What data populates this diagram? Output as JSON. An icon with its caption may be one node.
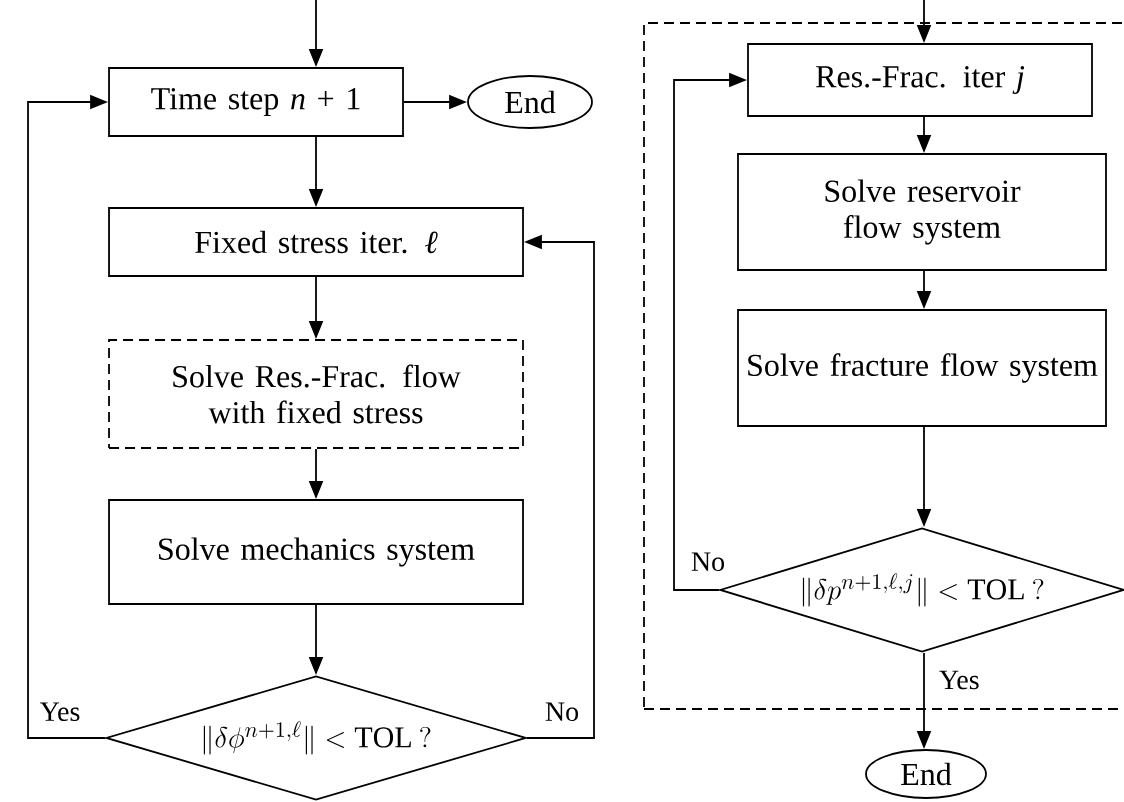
{
  "diagram": {
    "nodes": [
      {
        "text": [
          "Time step *n* + 1"
        ]
      },
      {
        "text": [
          "End"
        ]
      },
      {
        "text": [
          "Fixed stress iter. *ℓ*"
        ]
      },
      {
        "text": [
          "Solve Res.-Frac. flow with fixed stress"
        ]
      },
      {
        "text": [
          "Solve mechanics system"
        ]
      },
      {
        "text": [
          "\\|\\delta\\phi^{n+1,\\ell}\\| < \\mathrm{TOL}\\ ?"
        ]
      },
      {
        "text": [],
        "shape": "box"
      },
      {
        "text": [
          "Res.-Frac. iter *j*"
        ],
        "in": 6
      },
      {
        "text": [
          "Solve reservoir flow system"
        ],
        "in": 6
      },
      {
        "text": [
          "Solve fracture flow system"
        ],
        "in": 6
      },
      {
        "text": [
          "\\|\\delta p^{n+1,\\ell,j}\\| < \\mathrm{TOL}\\ ?"
        ],
        "in": 6
      },
      {
        "text": [
          "End"
        ]
      }
    ],
    "edges": [
      {
        "from": null,
        "to": 0,
        "arrow": "to"
      },
      {
        "from": 0,
        "to": 1,
        "arrow": "to"
      },
      {
        "from": 0,
        "to": 2,
        "arrow": "to"
      },
      {
        "from": 2,
        "to": 3,
        "arrow": "to"
      },
      {
        "from": 3,
        "to": 4,
        "arrow": "to"
      },
      {
        "from": 4,
        "to": 5,
        "arrow": "to"
      },
      {
        "from": 5,
        "to": 0,
        "arrow": "to",
        "label": "Yes"
      },
      {
        "from": 5,
        "to": 2,
        "arrow": "to",
        "label": "No"
      },
      {
        "from": null,
        "to": 7,
        "arrow": "to"
      },
      {
        "from": 7,
        "to": 8,
        "arrow": "to"
      },
      {
        "from": 8,
        "to": 9,
        "arrow": "to"
      },
      {
        "from": 9,
        "to": 10,
        "arrow": "to"
      },
      {
        "from": 10,
        "to": 7,
        "arrow": "to",
        "label": "No"
      },
      {
        "from": 10,
        "to": 11,
        "arrow": "to",
        "label": "Yes"
      }
    ]
  }
}
